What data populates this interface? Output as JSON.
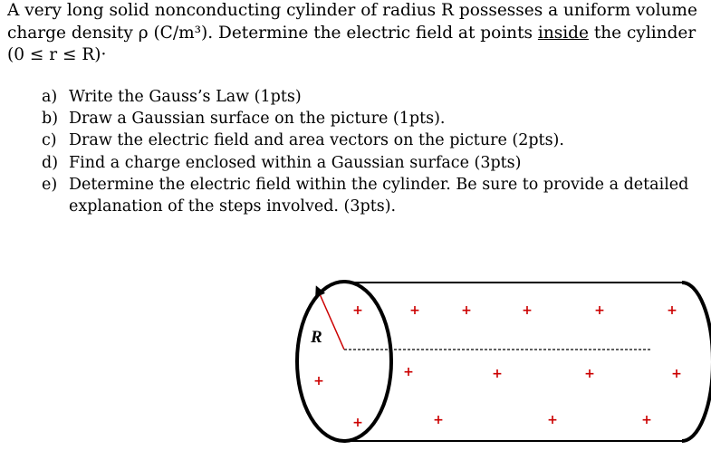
{
  "problem": {
    "intro_line1": "A very long solid nonconducting cylinder of radius R possesses a uniform volume",
    "intro_line2_a": "charge density ρ (C/m³).  Determine the electric field at points ",
    "intro_line2_underlined": "inside",
    "intro_line2_b": " the cylinder",
    "intro_line3": "(0 ≤ r ≤ R)·"
  },
  "parts": [
    {
      "label": "a)",
      "text": "Write the Gauss’s Law (1pts)"
    },
    {
      "label": "b)",
      "text": "Draw a Gaussian surface on the picture (1pts)."
    },
    {
      "label": "c)",
      "text": "Draw the electric field and area vectors on the picture (2pts)."
    },
    {
      "label": "d)",
      "text": "Find a charge enclosed within a Gaussian surface (3pts)"
    },
    {
      "label": "e)",
      "text": "Determine the electric field within the cylinder. Be sure to provide a detailed explanation of the steps involved. (3pts)."
    }
  ],
  "figure": {
    "radius_label": "R",
    "charge_symbol": "+",
    "charge_color": "#cc0000",
    "outline_color": "#000000"
  }
}
